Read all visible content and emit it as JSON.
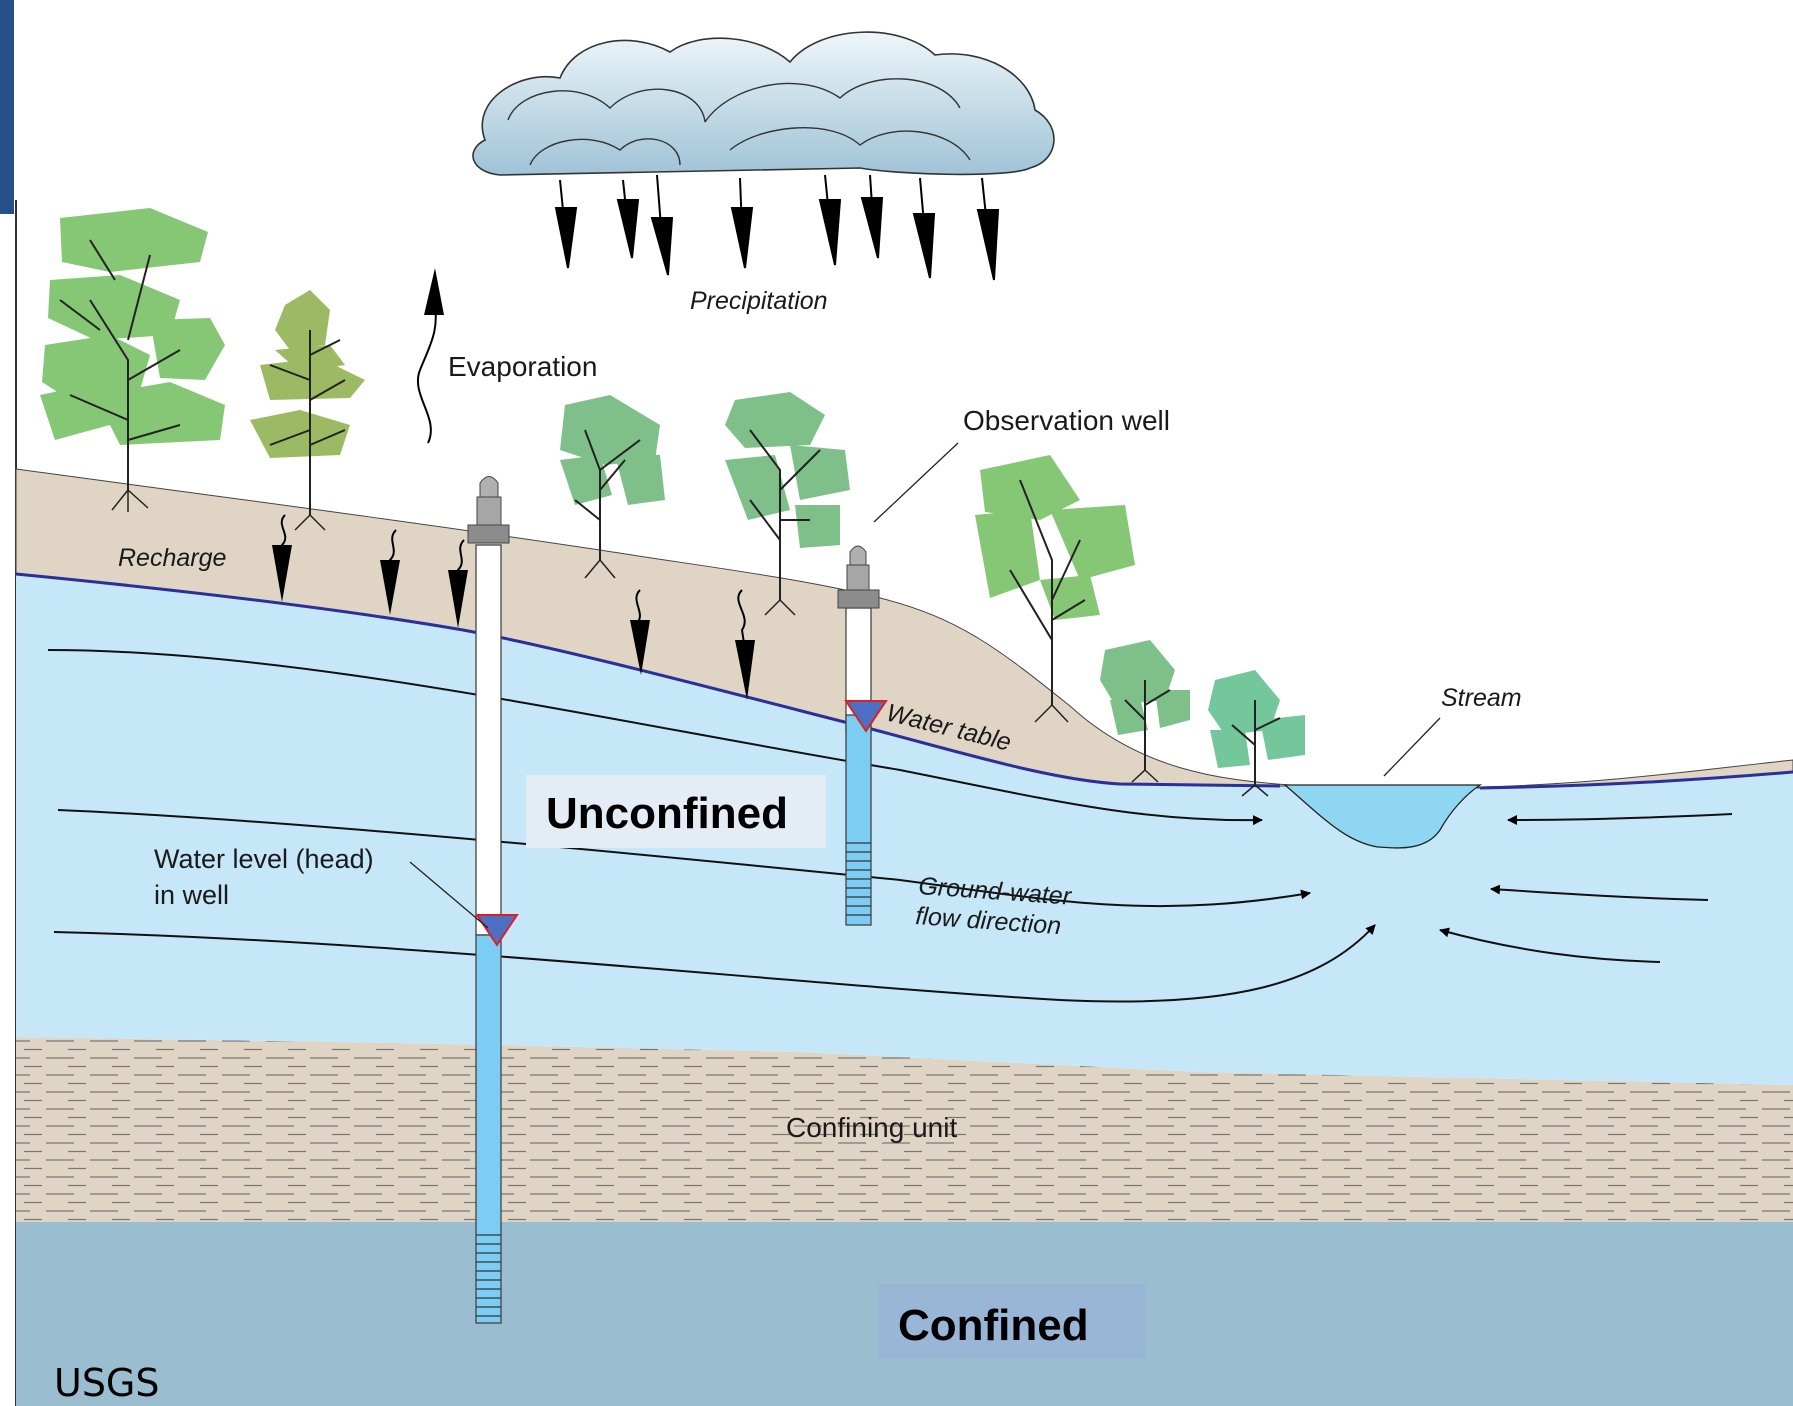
{
  "labels": {
    "precipitation": "Precipitation",
    "evaporation": "Evaporation",
    "observation_well": "Observation well",
    "recharge": "Recharge",
    "water_table": "Water table",
    "stream": "Stream",
    "unconfined": "Unconfined",
    "water_level_line1": "Water level (head)",
    "water_level_line2": "in well",
    "ground_water_line1": "Ground-water",
    "ground_water_line2": "flow direction",
    "confining_unit": "Confining unit",
    "confined": "Confined",
    "credit": "USGS"
  },
  "colors": {
    "sky": "#ffffff",
    "soil": "#e0d5c4",
    "unconfined_aquifer": "#c5e7f8",
    "confining_unit": "#e0d5c4",
    "confined_aquifer": "#9bbdd0",
    "water_table_line": "#2b2f9a",
    "stream": "#8fd6f3",
    "well_water": "#7ccdf4",
    "head_marker_fill": "#4d6fc4",
    "head_marker_stroke": "#e02020",
    "unconfined_box": "#e4edf5",
    "confined_box": "#9ab6d6",
    "tree_green_1": "#86c776",
    "tree_green_2": "#9cba63",
    "tree_green_3": "#7fbf8a",
    "cloud": "#b9d6e4"
  },
  "icons": [
    "cloud-icon",
    "rain-arrow-icon",
    "tree-icon",
    "well-cap-icon",
    "well-screen-icon",
    "head-marker-icon",
    "flow-arrow-icon",
    "evaporation-arrow-icon",
    "recharge-arrow-icon"
  ]
}
